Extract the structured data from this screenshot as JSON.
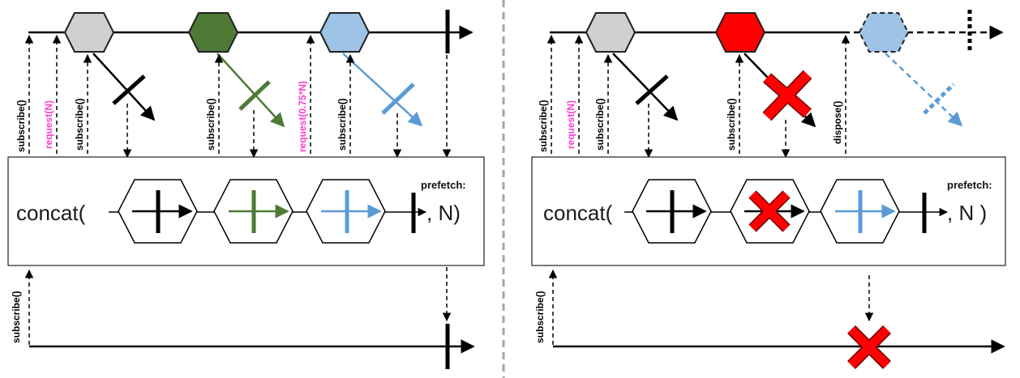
{
  "colors": {
    "black": "#000000",
    "gray_item": "#d0d0d0",
    "green_item": "#4e7a36",
    "blue_item": "#9dc3e6",
    "red_item": "#ff0000",
    "label_magenta": "#ff3ccf",
    "dashed_red": "#c00000",
    "divider": "#a6a6a6"
  },
  "left": {
    "labels": {
      "subscribe_1": "subscribe()",
      "request_n": "request(N)",
      "subscribe_2": "subscribe()",
      "subscribe_3": "subscribe()",
      "request_075n": "request(0.75*N)",
      "subscribe_4": "subscribe()",
      "subscribe_bottom": "subscribe()"
    },
    "operator": {
      "name": "concat(",
      "prefetch_label": "prefetch:",
      "args": ", N)"
    }
  },
  "right": {
    "labels": {
      "subscribe_1": "subscribe()",
      "request_n": "request(N)",
      "subscribe_2": "subscribe()",
      "subscribe_3": "subscribe()",
      "dispose": "dispose()",
      "subscribe_bottom": "subscribe()"
    },
    "operator": {
      "name": "concat(",
      "prefetch_label": "prefetch:",
      "args": ", N )"
    }
  }
}
